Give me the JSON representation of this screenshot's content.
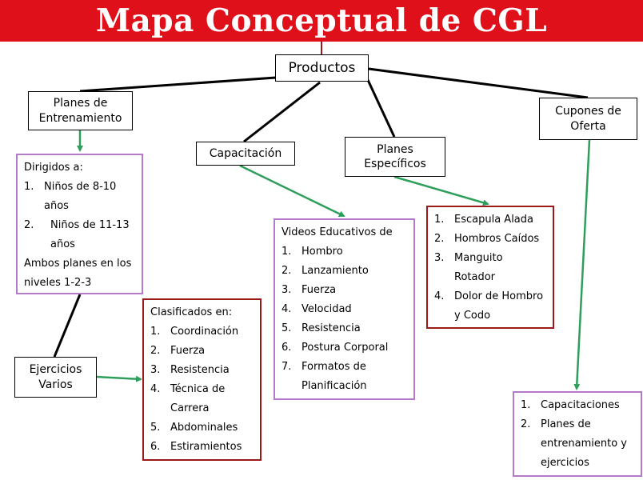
{
  "title": "Mapa Conceptual de CGL",
  "root": "Productos",
  "planes": {
    "line1": "Planes de",
    "line2": "Entrenamiento"
  },
  "capacitacion": "Capacitación",
  "especificos": {
    "line1": "Planes",
    "line2": "Específicos"
  },
  "cupones": {
    "line1": "Cupones de",
    "line2": "Oferta"
  },
  "ejercicios": {
    "line1": "Ejercicios",
    "line2": "Varios"
  },
  "dirigidos": {
    "heading": "Dirigidos a:",
    "items": [
      {
        "num": "1.",
        "line1": "Niños de 8-10",
        "line2": "años"
      },
      {
        "num": "2.",
        "line1": "Niños de 11-13",
        "line2": "años"
      }
    ],
    "footer1": "Ambos planes en los",
    "footer2": "niveles 1-2-3"
  },
  "clasificados": {
    "heading": "Clasificados en:",
    "items": [
      {
        "num": "1.",
        "text": "Coordinación"
      },
      {
        "num": "2.",
        "text": "Fuerza"
      },
      {
        "num": "3.",
        "text": "Resistencia"
      },
      {
        "num": "4.",
        "text": "Técnica de",
        "text2": "Carrera"
      },
      {
        "num": "5.",
        "text": "Abdominales"
      },
      {
        "num": "6.",
        "text": "Estiramientos"
      }
    ]
  },
  "videos": {
    "heading": "Videos Educativos de",
    "items": [
      {
        "num": "1.",
        "text": "Hombro"
      },
      {
        "num": "2.",
        "text": "Lanzamiento"
      },
      {
        "num": "3.",
        "text": "Fuerza"
      },
      {
        "num": "4.",
        "text": "Velocidad"
      },
      {
        "num": "5.",
        "text": "Resistencia"
      },
      {
        "num": "6.",
        "text": "Postura Corporal"
      },
      {
        "num": "7.",
        "text": "Formatos de",
        "text2": "Planificación"
      }
    ]
  },
  "especificos_list": {
    "items": [
      {
        "num": "1.",
        "text": "Escapula Alada"
      },
      {
        "num": "2.",
        "text": "Hombros Caídos"
      },
      {
        "num": "3.",
        "text": "Manguito",
        "text2": "Rotador"
      },
      {
        "num": "4.",
        "text": "Dolor de Hombro",
        "text2": "y Codo"
      }
    ]
  },
  "cupones_list": {
    "items": [
      {
        "num": "1.",
        "text": "Capacitaciones"
      },
      {
        "num": "2.",
        "text": "Planes de",
        "text2": "entrenamiento y",
        "text3": "ejercicios"
      }
    ]
  },
  "colors": {
    "banner": "#e0101a",
    "arrow": "#2e9e5b",
    "purple_border": "#b479c8",
    "red_border": "#9a1a1a"
  }
}
